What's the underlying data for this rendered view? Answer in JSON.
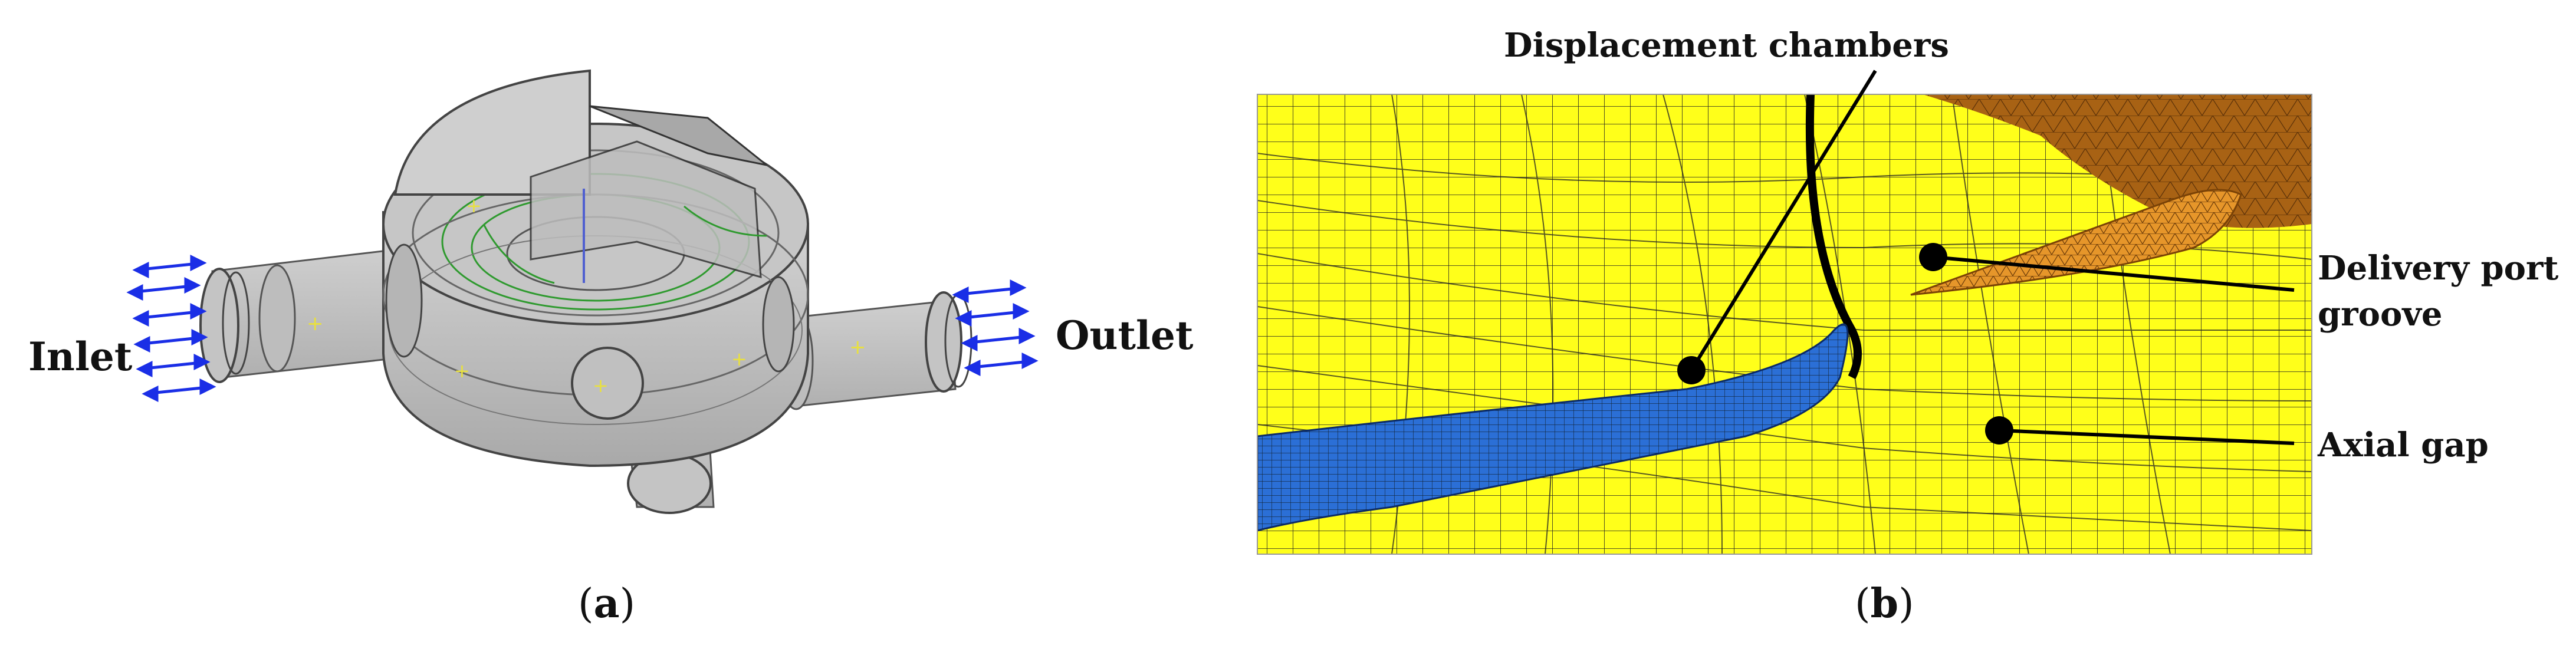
{
  "panel_a": {
    "labels": {
      "inlet": "Inlet",
      "outlet": "Outlet"
    },
    "caption": {
      "open": "(",
      "letter": "a",
      "close": ")"
    }
  },
  "panel_b": {
    "labels": {
      "displacement_chambers": "Displacement chambers",
      "delivery_port_line1": "Delivery port",
      "delivery_port_line2": "groove",
      "axial_gap": "Axial gap"
    },
    "caption": {
      "open": "(",
      "letter": "b",
      "close": ")"
    }
  },
  "colors": {
    "mesh_yellow": "#ffff1a",
    "mesh_blue": "#2b6fd6",
    "mesh_orange": "#e6962a",
    "mesh_dark_orange": "#a86214",
    "housing_gray": "#b9b9b9",
    "flow_arrow_blue": "#1a2ee6",
    "mesh_line": "#222222",
    "edge_green": "#2f9a2f"
  }
}
